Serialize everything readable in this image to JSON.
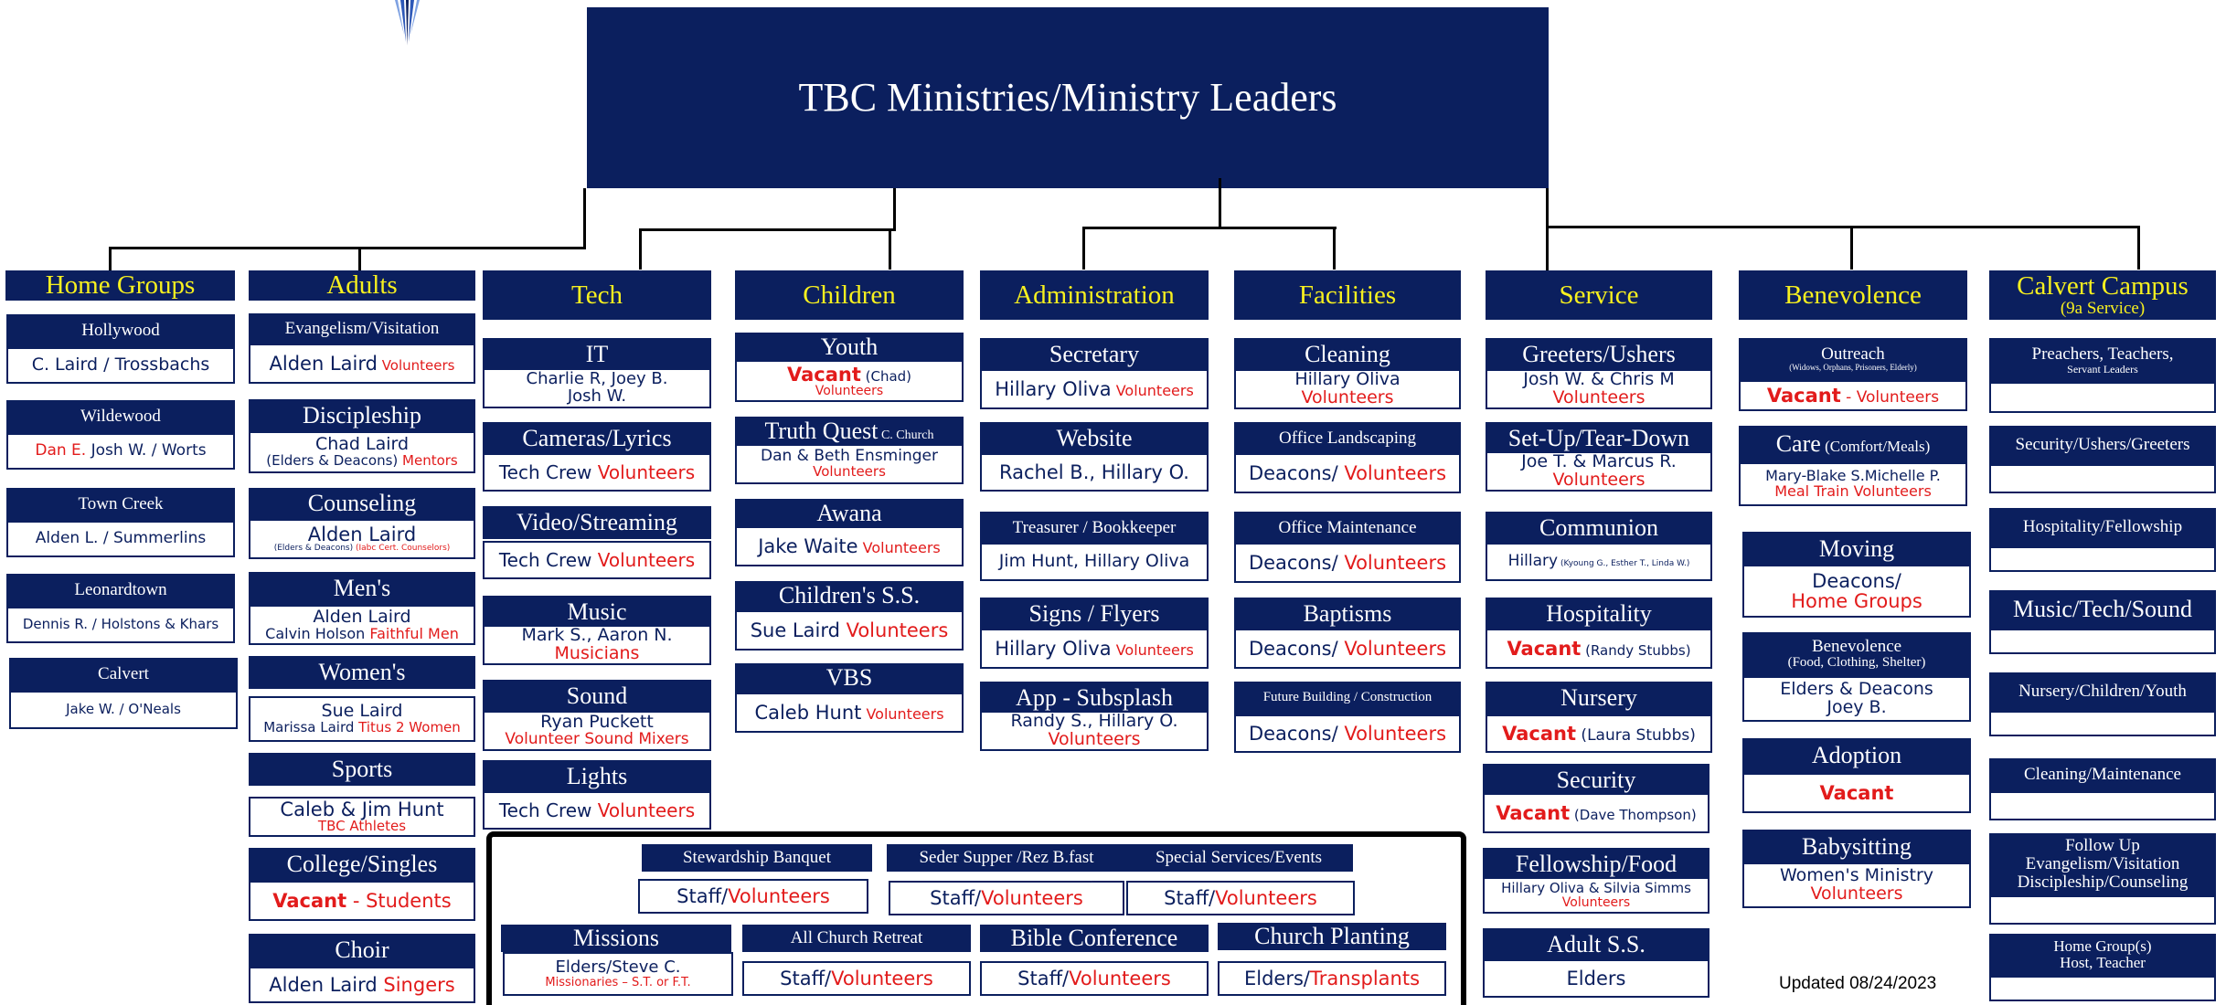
{
  "title": "TBC Ministries/Ministry Leaders",
  "updated": "Updated 08/24/2023",
  "colors": {
    "header_bg": "#0b1f5e",
    "header_text": "#ffffff",
    "category_text": "#f7f01f",
    "leader_text": "#0b1f5e",
    "volunteer_text": "#e21b1b"
  },
  "categories": {
    "home_groups": "Home Groups",
    "adults": "Adults",
    "tech": "Tech",
    "children": "Children",
    "administration": "Administration",
    "facilities": "Facilities",
    "service": "Service",
    "benevolence": "Benevolence",
    "calvert": "Calvert Campus",
    "calvert_sub": "(9a Service)"
  },
  "home_groups": [
    {
      "name": "Hollywood",
      "leaders": "C. Laird / Trossbachs"
    },
    {
      "name": "Wildewood",
      "red": "Dan E.",
      "leaders": " Josh W. / Worts"
    },
    {
      "name": "Town Creek",
      "leaders": "Alden L. / Summerlins"
    },
    {
      "name": "Leonardtown",
      "leaders": "Dennis R. / Holstons & Khars"
    },
    {
      "name": "Calvert",
      "leaders": "Jake W. / O'Neals"
    }
  ],
  "adults": {
    "evangelism": {
      "name": "Evangelism/Visitation",
      "leader": "Alden Laird",
      "vol": " Volunteers"
    },
    "discipleship": {
      "name": "Discipleship",
      "leader": "Chad Laird",
      "note": "(Elders & Deacons)",
      "vol": " Mentors"
    },
    "counseling": {
      "name": "Counseling",
      "leader": "Alden Laird",
      "note": "(Elders & Deacons)",
      "vol": " (Iabc Cert. Counselors)"
    },
    "mens": {
      "name": "Men's",
      "leader": "Alden Laird",
      "leader2": "Calvin Holson",
      "vol": " Faithful Men"
    },
    "womens": {
      "name": "Women's",
      "leader": "Sue Laird",
      "leader2": "Marissa Laird",
      "vol": " Titus 2 Women"
    },
    "sports": {
      "name": "Sports",
      "leader": "Caleb & Jim  Hunt",
      "vol": "TBC Athletes"
    },
    "college": {
      "name": "College/Singles",
      "leader": "Vacant",
      "vol": " - Students"
    },
    "choir": {
      "name": "Choir",
      "leader": "Alden Laird",
      "vol": " Singers"
    }
  },
  "tech": {
    "it": {
      "name": "IT",
      "line1": "Charlie R, Joey B.",
      "line2": "Josh W."
    },
    "cameras": {
      "name": "Cameras/Lyrics",
      "leader": "Tech Crew",
      "vol": " Volunteers"
    },
    "video": {
      "name": "Video/Streaming",
      "leader": "Tech Crew",
      "vol": " Volunteers"
    },
    "music": {
      "name": "Music",
      "leader": "Mark S., Aaron N.",
      "vol": "Musicians"
    },
    "sound": {
      "name": "Sound",
      "leader": "Ryan Puckett",
      "vol": "Volunteer Sound Mixers"
    },
    "lights": {
      "name": "Lights",
      "leader": "Tech Crew",
      "vol": " Volunteers"
    }
  },
  "children": {
    "youth": {
      "name": "Youth",
      "leader": "Vacant",
      "note": " (Chad)",
      "vol": "Volunteers"
    },
    "truth": {
      "name": "Truth Quest",
      "name_sm": " C. Church",
      "leader": "Dan & Beth  Ensminger",
      "vol": "Volunteers"
    },
    "awana": {
      "name": "Awana",
      "leader": "Jake Waite",
      "vol": " Volunteers"
    },
    "childss": {
      "name": "Children's S.S.",
      "leader": "Sue Laird",
      "vol": " Volunteers"
    },
    "vbs": {
      "name": "VBS",
      "leader": "Caleb Hunt",
      "vol": " Volunteers"
    }
  },
  "administration": {
    "secretary": {
      "name": "Secretary",
      "leader": "Hillary Oliva",
      "vol": " Volunteers"
    },
    "website": {
      "name": "Website",
      "leader": "Rachel B., Hillary O."
    },
    "treasurer": {
      "name": "Treasurer / Bookkeeper",
      "leader": "Jim Hunt, Hillary Oliva"
    },
    "signs": {
      "name": "Signs / Flyers",
      "leader": "Hillary Oliva",
      "vol": " Volunteers"
    },
    "app": {
      "name": "App - Subsplash",
      "leader": "Randy S., Hillary O.",
      "vol": "Volunteers"
    }
  },
  "facilities": {
    "cleaning": {
      "name": "Cleaning",
      "leader": "Hillary Oliva",
      "vol": "Volunteers"
    },
    "landscaping": {
      "name": "Office Landscaping",
      "leader": "Deacons/",
      "vol": " Volunteers"
    },
    "maintenance": {
      "name": "Office Maintenance",
      "leader": "Deacons/",
      "vol": " Volunteers"
    },
    "baptisms": {
      "name": "Baptisms",
      "leader": "Deacons/",
      "vol": " Volunteers"
    },
    "future": {
      "name": "Future Building / Construction",
      "leader": "Deacons/",
      "vol": " Volunteers"
    }
  },
  "service": {
    "greeters": {
      "name": "Greeters/Ushers",
      "leader": "Josh W. & Chris M",
      "vol": "Volunteers"
    },
    "setup": {
      "name": "Set-Up/Tear-Down",
      "leader": "Joe T. & Marcus R.",
      "vol": "Volunteers"
    },
    "communion": {
      "name": "Communion",
      "leader": "Hillary",
      "note": " (Kyoung G., Esther T., Linda W.)"
    },
    "hospitality": {
      "name": "Hospitality",
      "leader": "Vacant",
      "note": " (Randy Stubbs)"
    },
    "nursery": {
      "name": "Nursery",
      "leader": "Vacant",
      "note": " (Laura Stubbs)"
    },
    "security": {
      "name": "Security",
      "leader": "Vacant",
      "note": " (Dave Thompson)"
    },
    "fellowship": {
      "name": "Fellowship/Food",
      "leader": "Hillary Oliva & Silvia Simms",
      "vol": "Volunteers"
    },
    "adultss": {
      "name": "Adult S.S.",
      "leader": "Elders"
    }
  },
  "benevolence": {
    "outreach": {
      "name": "Outreach",
      "note": "(Widows, Orphans, Prisoners, Elderly)",
      "leader": "Vacant",
      "vol": " - Volunteers"
    },
    "care": {
      "name": "Care",
      "name_sm": " (Comfort/Meals)",
      "leader": "Mary-Blake S.Michelle P.",
      "vol": "Meal Train Volunteers"
    },
    "moving": {
      "name": "Moving",
      "leader": "Deacons/",
      "vol": "Home Groups"
    },
    "benev": {
      "name": "Benevolence",
      "note": "(Food, Clothing, Shelter)",
      "leader": "Elders & Deacons",
      "leader2": "Joey B."
    },
    "adoption": {
      "name": "Adoption",
      "leader": "Vacant"
    },
    "babysitting": {
      "name": "Babysitting",
      "leader": "Women's Ministry",
      "vol": "Volunteers"
    }
  },
  "calvert": [
    {
      "name": "Preachers, Teachers,",
      "sub": "Servant Leaders"
    },
    {
      "name": "Security/Ushers/Greeters"
    },
    {
      "name": "Hospitality/Fellowship"
    },
    {
      "name": "Music/Tech/Sound"
    },
    {
      "name": "Nursery/Children/Youth"
    },
    {
      "name": "Cleaning/Maintenance"
    },
    {
      "name": "Follow Up",
      "sub": "Evangelism/Visitation",
      "sub2": "Discipleship/Counseling"
    },
    {
      "name": "Home Group(s)",
      "sub": "Host, Teacher"
    }
  ],
  "events": {
    "stewardship": {
      "name": "Stewardship Banquet",
      "leader": "Staff/",
      "vol": "Volunteers"
    },
    "seder": {
      "name": "Seder Supper /Rez B.fast",
      "leader": "Staff/",
      "vol": "Volunteers"
    },
    "special": {
      "name": "Special Services/Events",
      "leader": "Staff/",
      "vol": "Volunteers"
    },
    "missions": {
      "name": "Missions",
      "leader": "Elders/Steve C.",
      "vol": "Missionaries – S.T. or F.T."
    },
    "retreat": {
      "name": "All Church Retreat",
      "leader": "Staff/",
      "vol": "Volunteers"
    },
    "bible": {
      "name": "Bible Conference",
      "leader": "Staff/",
      "vol": "Volunteers"
    },
    "planting": {
      "name": "Church Planting",
      "leader": "Elders/",
      "vol": "Transplants"
    }
  }
}
